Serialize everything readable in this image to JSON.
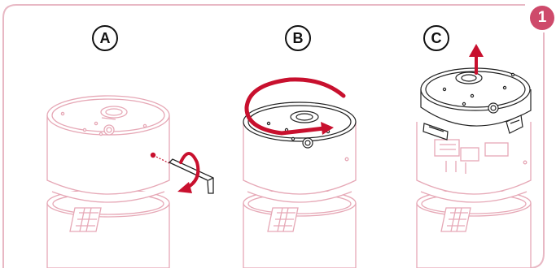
{
  "step_number": "1",
  "panels": [
    {
      "label": "A"
    },
    {
      "label": "B"
    },
    {
      "label": "C"
    }
  ],
  "colors": {
    "frame": "#e8b8c4",
    "accent": "#c8102e",
    "badge": "#ce4a6b",
    "line": "#e6a8b6"
  }
}
